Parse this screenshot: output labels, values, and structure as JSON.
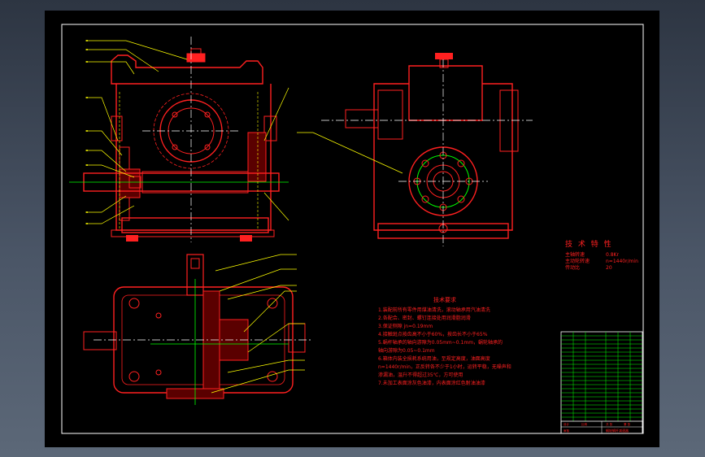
{
  "drawing": {
    "background": "#000000",
    "frame_color": "#ffffff",
    "outline_color": "#ff2020",
    "centerline_color": "#ffffff",
    "hidden_color": "#ffff00",
    "leader_color": "#ffff00",
    "circle_color": "#00ff00"
  },
  "tech_spec": {
    "title": "技 术 特 性",
    "rows": [
      {
        "label": "主轴转速",
        "value": "0.8Kr"
      },
      {
        "label": "主动轮转速",
        "value": "n=1440r/min"
      },
      {
        "label": "传动比",
        "value": "20"
      }
    ]
  },
  "tech_requirements": {
    "title": "技术要求",
    "lines": [
      "1.装配前所有零件用煤油清洗，滚动轴承用汽油清洗",
      "2.各配合、密封、螺钉连接处用润滑脂润滑",
      "3.保证侧隙 jn=0.19mm",
      "4.接触斑点按齿高不小于60%，按齿长不小于65%",
      "5.蜗杆轴承的轴向游隙为0.05mm~0.1mm，蜗轮轴承的",
      "  轴向游隙为0.05~0.1mm",
      "6.箱体内装全损耗系统用油，至规定高度，油面高度",
      "  n=1440r/min，正反转各不少于1小时，运转平稳，无噪声和",
      "  渗漏油，温升不得超过35℃，方可使用",
      "7.未加工表面涂灰色油漆，内表面涂红色耐油油漆"
    ]
  },
  "title_block": {
    "heading": "蜗轮蜗杆减速器",
    "cells": [
      "设计",
      "审核",
      "比例",
      "共 张",
      "第 张"
    ]
  }
}
